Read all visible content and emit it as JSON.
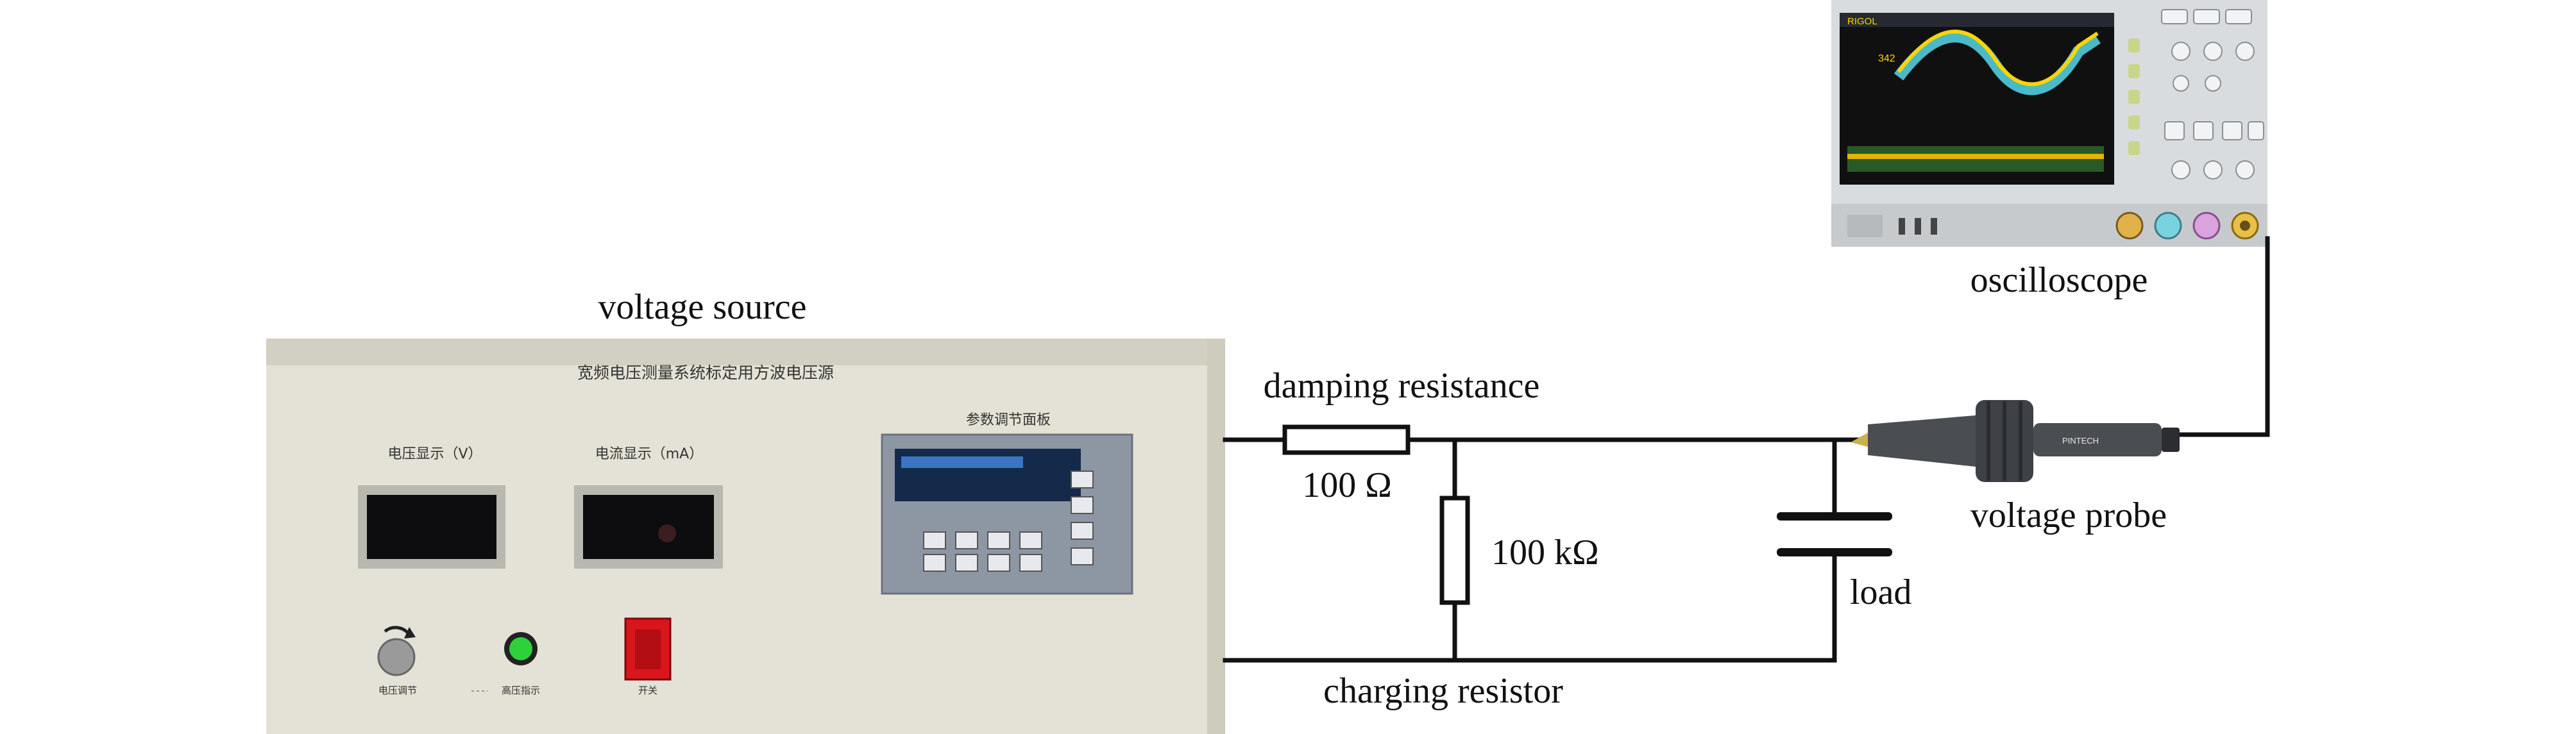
{
  "labels": {
    "voltage_source": "voltage source",
    "oscilloscope": "oscilloscope",
    "damping_resistance": "damping resistance",
    "damping_value": "100 Ω",
    "charging_value": "100 kΩ",
    "load": "load",
    "voltage_probe": "voltage probe",
    "charging_resistor": "charging resistor"
  },
  "source_panel": {
    "title": "宽频电压测量系统标定用方波电压源",
    "voltage_display": "电压显示（V）",
    "current_display": "电流显示（mA）",
    "param_panel": "参数调节面板",
    "knob_label": "电压调节",
    "lamp_label": "高压指示",
    "switch_label": "开关"
  },
  "scope_panel": {
    "brand": "RIGOL",
    "readout": "342"
  },
  "probe_panel": {
    "brand": "PINTECH"
  },
  "colors": {
    "wire": "#111111",
    "source_face": "#e4e2d6",
    "display_black": "#0d0d0f",
    "switch_red": "#d8161c",
    "lamp_green": "#2fd13a",
    "scope_screen": "#101010",
    "wave_yellow": "#ffd400",
    "wave_cyan": "#56d8e8"
  }
}
